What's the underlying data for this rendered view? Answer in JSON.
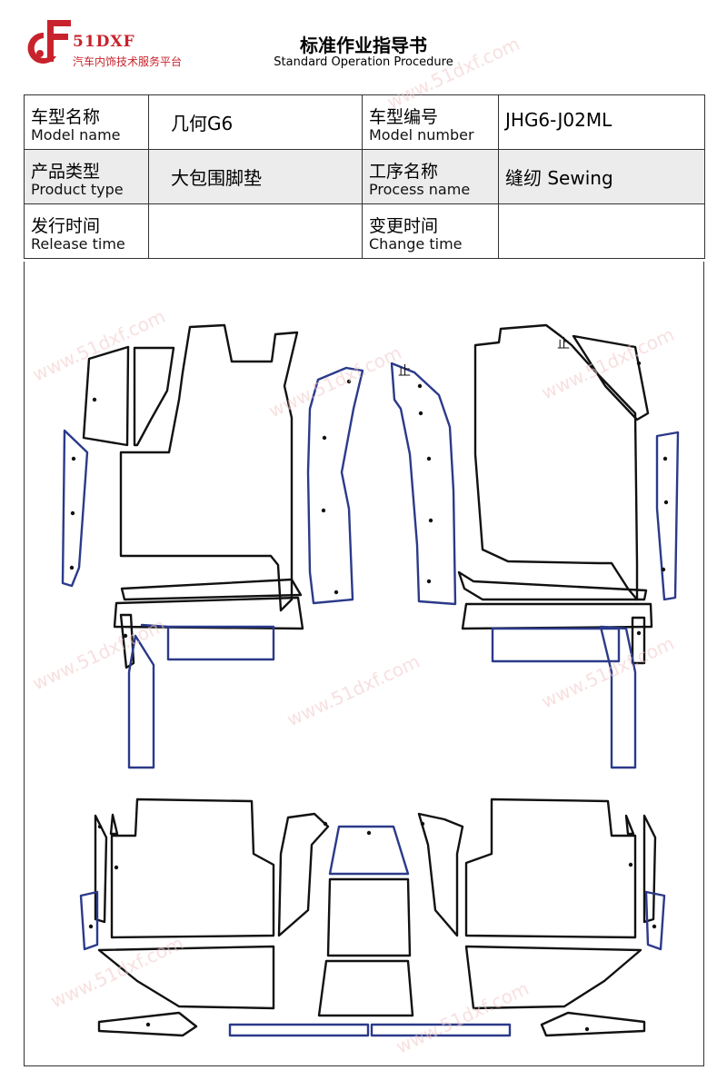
{
  "header": {
    "brand": "51DXF",
    "brand_subtitle": "汽车内饰技术服务平台",
    "title": "标准作业指导书",
    "subtitle": "Standard Operation Procedure"
  },
  "info": {
    "model_name": {
      "zh": "车型名称",
      "en": "Model name",
      "value": "几何G6"
    },
    "model_number": {
      "zh": "车型编号",
      "en": "Model number",
      "value": "JHG6-J02ML"
    },
    "product_type": {
      "zh": "产品类型",
      "en": "Product type",
      "value": "大包围脚垫"
    },
    "process_name": {
      "zh": "工序名称",
      "en": "Process name",
      "value": "缝纫 Sewing"
    },
    "release_time": {
      "zh": "发行时间",
      "en": "Release time",
      "value": ""
    },
    "change_time": {
      "zh": "变更时间",
      "en": "Change time",
      "value": ""
    }
  },
  "drawing": {
    "marks": [
      "止",
      "止"
    ]
  },
  "watermark": "www.51dxf.com",
  "colors": {
    "brand_red": "#c8232c",
    "outline_black": "#111111",
    "outline_blue": "#2b3a8a",
    "watermark_pink": "#f3c6c6"
  }
}
